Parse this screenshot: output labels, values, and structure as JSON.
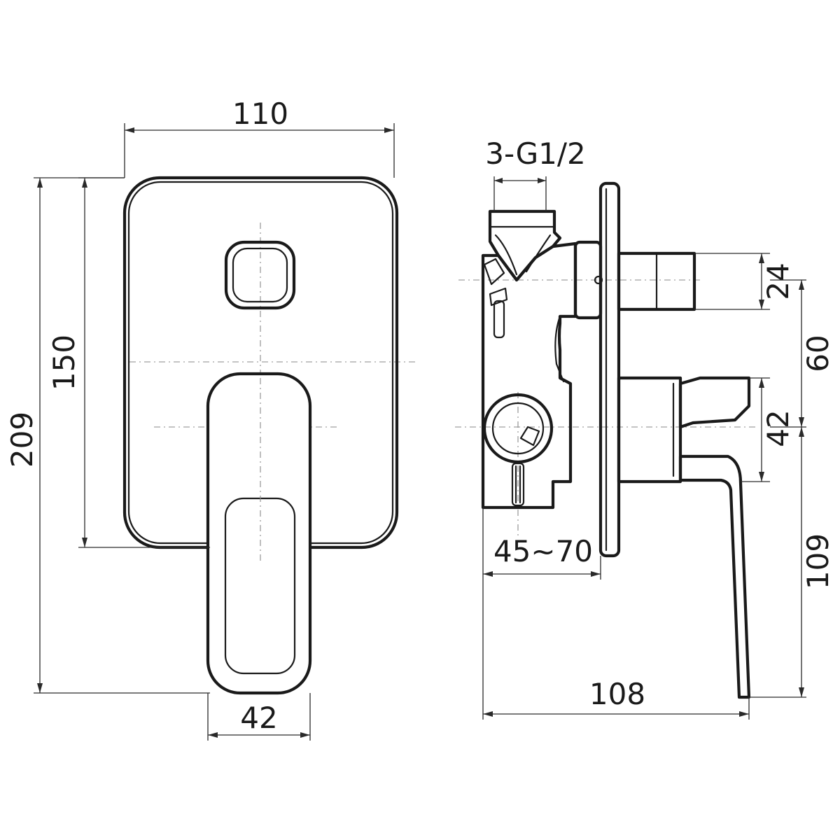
{
  "front_view": {
    "width_label": "110",
    "plate_height_label": "150",
    "total_height_label": "209",
    "handle_width_label": "42"
  },
  "side_view": {
    "thread_label": "3-G1/2",
    "wall_depth_label": "45~70",
    "depth_label": "108",
    "upper_spindle_label": "24",
    "spacing_label": "60",
    "lower_spindle_label": "42",
    "handle_drop_label": "109"
  }
}
